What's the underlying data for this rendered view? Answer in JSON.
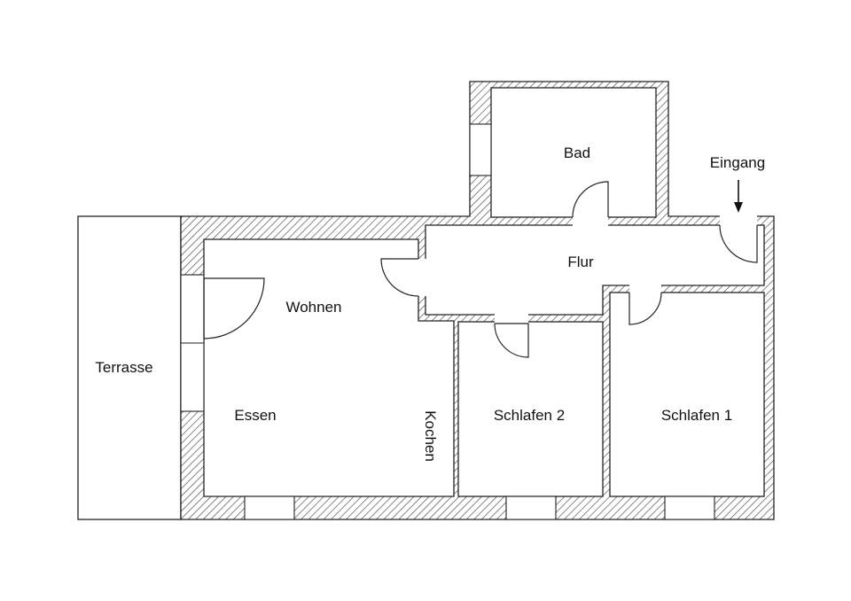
{
  "plan": {
    "rooms": {
      "bad": "Bad",
      "flur": "Flur",
      "wohnen": "Wohnen",
      "essen": "Essen",
      "kochen": "Kochen",
      "schlafen2": "Schlafen 2",
      "schlafen1": "Schlafen 1",
      "terrasse": "Terrasse"
    },
    "entrance": {
      "label": "Eingang"
    }
  }
}
